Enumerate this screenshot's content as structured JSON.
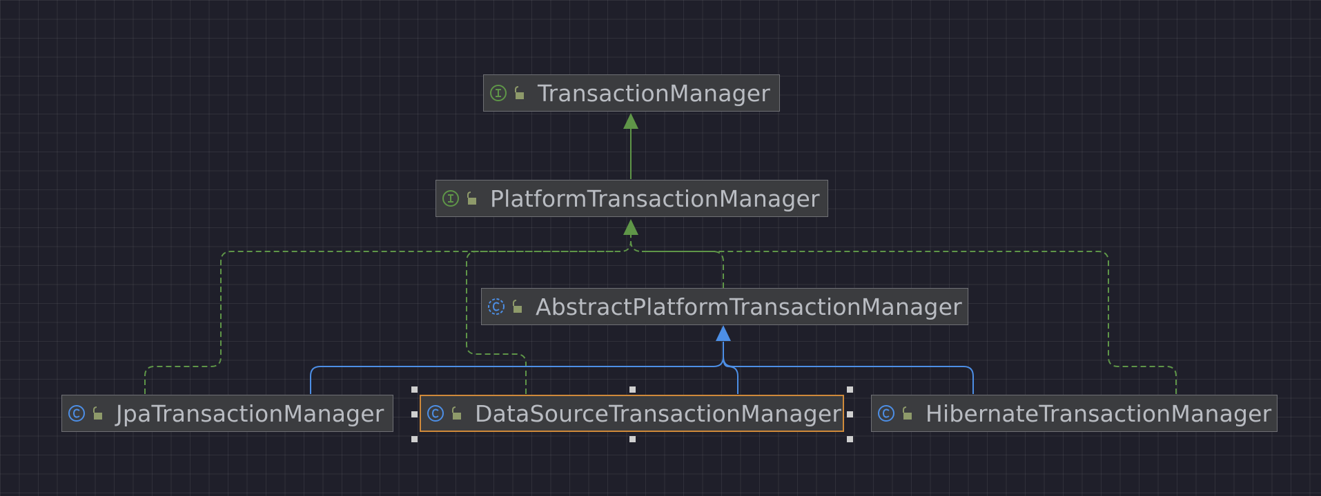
{
  "diagram": {
    "nodes": [
      {
        "id": "transaction-manager",
        "kind": "interface",
        "label": "TransactionManager"
      },
      {
        "id": "platform-transaction-manager",
        "kind": "interface",
        "label": "PlatformTransactionManager"
      },
      {
        "id": "abstract-platform-transaction-manager",
        "kind": "abstract-class",
        "label": "AbstractPlatformTransactionManager"
      },
      {
        "id": "jpa-transaction-manager",
        "kind": "class",
        "label": "JpaTransactionManager"
      },
      {
        "id": "datasource-transaction-manager",
        "kind": "class",
        "label": "DataSourceTransactionManager",
        "selected": true
      },
      {
        "id": "hibernate-transaction-manager",
        "kind": "class",
        "label": "HibernateTransactionManager"
      }
    ],
    "edges": [
      {
        "from": "platform-transaction-manager",
        "to": "transaction-manager",
        "type": "extends-interface"
      },
      {
        "from": "abstract-platform-transaction-manager",
        "to": "platform-transaction-manager",
        "type": "implements"
      },
      {
        "from": "jpa-transaction-manager",
        "to": "platform-transaction-manager",
        "type": "implements"
      },
      {
        "from": "datasource-transaction-manager",
        "to": "platform-transaction-manager",
        "type": "implements"
      },
      {
        "from": "hibernate-transaction-manager",
        "to": "platform-transaction-manager",
        "type": "implements"
      },
      {
        "from": "jpa-transaction-manager",
        "to": "abstract-platform-transaction-manager",
        "type": "extends"
      },
      {
        "from": "datasource-transaction-manager",
        "to": "abstract-platform-transaction-manager",
        "type": "extends"
      },
      {
        "from": "hibernate-transaction-manager",
        "to": "abstract-platform-transaction-manager",
        "type": "extends"
      }
    ],
    "icons": {
      "interface": "interface-icon",
      "class": "class-icon",
      "abstract-class": "abstract-class-icon",
      "access": "public-access-icon"
    },
    "colors": {
      "background": "#1f1f2a",
      "node_fill": "#3b3c3f",
      "node_border": "#6f7075",
      "selected_border": "#d08a3a",
      "interface_edge": "#5f9648",
      "class_edge": "#4d8fe6",
      "label_text": "#b9bcc2"
    }
  }
}
